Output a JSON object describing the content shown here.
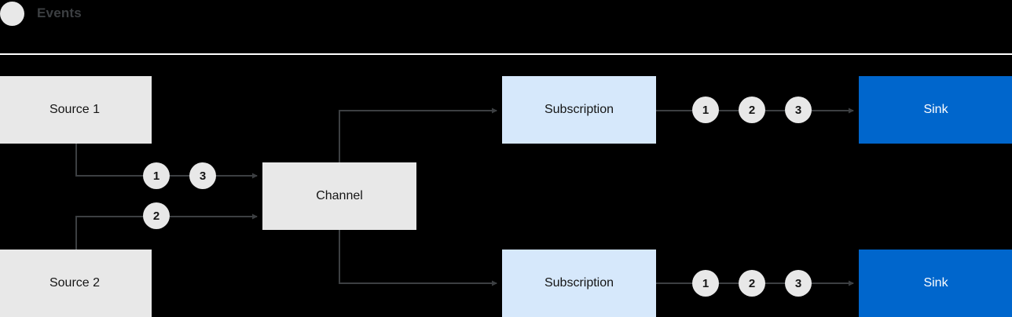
{
  "legend": {
    "marker_name": "event-token",
    "label": "Events",
    "marker_color": "#e8e8e8",
    "label_color": "#3c3f42"
  },
  "divider": {
    "color": "#ffffff"
  },
  "canvas": {
    "background": "#000000"
  },
  "nodes": {
    "source1": {
      "label": "Source 1",
      "fill": "#e8e8e8",
      "text_color": "#151515"
    },
    "source2": {
      "label": "Source 2",
      "fill": "#e8e8e8",
      "text_color": "#151515"
    },
    "channel": {
      "label": "Channel",
      "fill": "#e8e8e8",
      "text_color": "#151515"
    },
    "subscription1": {
      "label": "Subscription",
      "fill": "#d6e8fb",
      "text_color": "#151515"
    },
    "subscription2": {
      "label": "Subscription",
      "fill": "#d6e8fb",
      "text_color": "#151515"
    },
    "sink1": {
      "label": "Sink",
      "fill": "#0066cc",
      "text_color": "#ffffff"
    },
    "sink2": {
      "label": "Sink",
      "fill": "#0066cc",
      "text_color": "#ffffff"
    }
  },
  "tokens": {
    "source1_to_channel": [
      "1",
      "3"
    ],
    "source2_to_channel": [
      "2"
    ],
    "subscription1_to_sink1": [
      "1",
      "2",
      "3"
    ],
    "subscription2_to_sink2": [
      "1",
      "2",
      "3"
    ]
  },
  "wires": {
    "color": "#3c3f42"
  }
}
